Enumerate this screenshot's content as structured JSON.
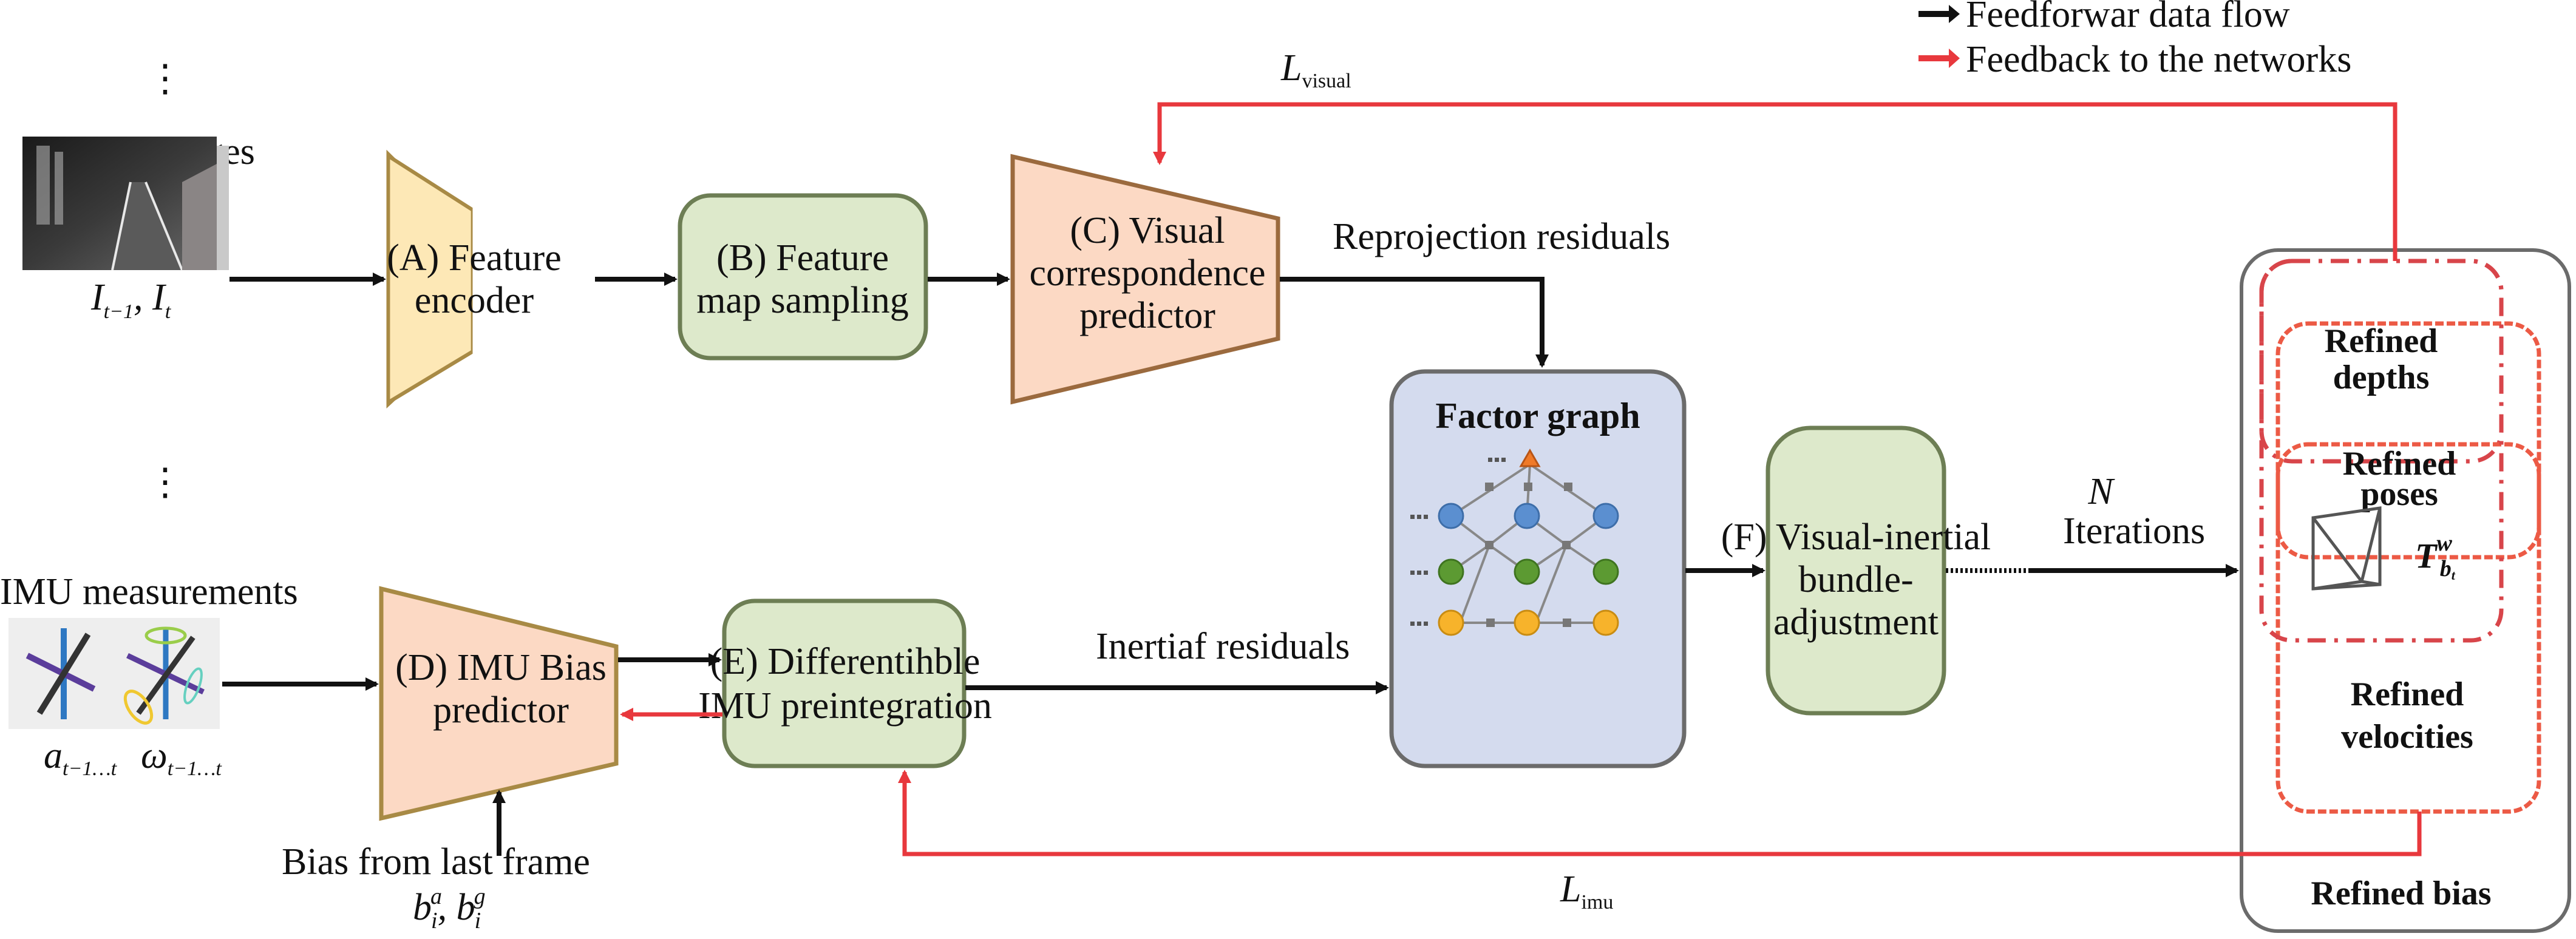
{
  "legend": {
    "feedforward": "Feedforwar data flow",
    "feedback": "Feedback to the networks"
  },
  "colors": {
    "feedforward": "#111111",
    "feedback": "#e8383d",
    "encoder_fill": "#fde8b6",
    "encoder_stroke": "#a88a45",
    "predictor_fill": "#fcd9c4",
    "predictor_stroke": "#9b6a3e",
    "green_fill": "#dde9cb",
    "green_stroke": "#6d7e54",
    "factor_fill": "#d4dbee",
    "factor_stroke": "#6b6b6b",
    "node_blue": "#5b8fd0",
    "node_green": "#5c9a32",
    "node_yellow": "#f7b32b",
    "node_orange": "#f07a28"
  },
  "inputs": {
    "rgb": {
      "dots": "⋮",
      "title": "RGB imiages",
      "symbol_main": "I",
      "symbol_sub1": "t−1",
      "sep": ", ",
      "symbol_sub2": "t"
    },
    "imu": {
      "dots": "⋮",
      "title": "IMU measurements",
      "accel_main": "a",
      "accel_sub": "t−1…t",
      "gyro_main": "ω",
      "gyro_sub": "t−1…t"
    },
    "bias": {
      "title": "Bias from last frame",
      "b_main": "b",
      "ba_sup": "a",
      "ba_sub": "i",
      "sep": ", ",
      "bg_sup": "g",
      "bg_sub": "i"
    }
  },
  "modules": {
    "A": {
      "line1": "(A) Feature",
      "line2": "encoder"
    },
    "B": {
      "line1": "(B) Feature",
      "line2": "map sampling"
    },
    "C": {
      "line1": "(C) Visual",
      "line2": "correspondence",
      "line3": "predictor"
    },
    "D": {
      "line1": "(D) IMU Bias",
      "line2": "predictor"
    },
    "E": {
      "line1": "(E) Differentihble",
      "line2": "IMU preintegration"
    },
    "factor": {
      "title": "Factor graph"
    },
    "F": {
      "line1": "(F) Visual-inertial",
      "line2": "bundle-",
      "line3": "adjustment"
    }
  },
  "edges": {
    "reprojection": "Reprojection residuals",
    "inertial": "Inertiaf residuals",
    "iterations_n": "N",
    "iterations": "Iterations",
    "loss_visual_main": "L",
    "loss_visual_sub": "visual",
    "loss_imu_main": "L",
    "loss_imu_sub": "imu"
  },
  "outputs": {
    "depths_1": "Refined",
    "depths_2": "depths",
    "poses_1": "Refined",
    "poses_2": "poses",
    "pose_symbol": "T",
    "pose_sup": "w",
    "pose_sub": "b",
    "pose_subsub": "t",
    "velocities_1": "Refined",
    "velocities_2": "velocities",
    "bias": "Refined bias"
  }
}
